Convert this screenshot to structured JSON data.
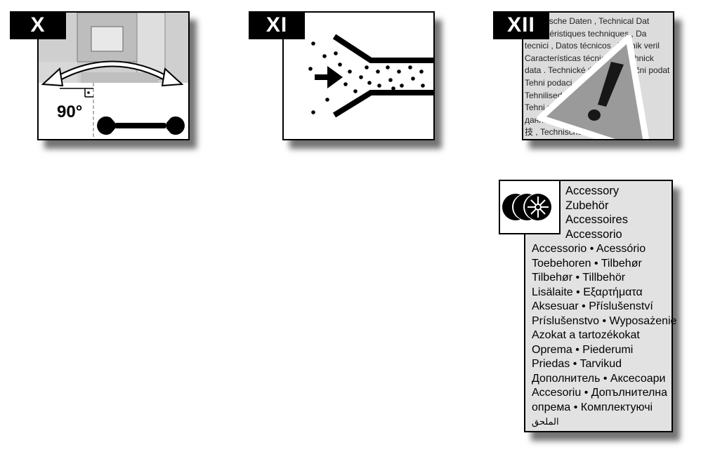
{
  "panels": {
    "x": {
      "tag": "X",
      "angle": "90°",
      "tool_icon": "wrench-icon"
    },
    "xi": {
      "tag": "XI",
      "diagram_icon": "dust-extraction-icon"
    },
    "xii": {
      "tag": "XII",
      "warning_icon": "warning-triangle-icon",
      "tech_lines": [
        "Technische Daten  ,  Technical  Dat",
        "Caractéristiques  techniques  ,  Da",
        "tecnici  ,  Datos técnicos , Teknik veril",
        "   Características técnicas  , Technick",
        "data . Technické údaje  , Tehnični podat",
        "   Tehni                                    podaci",
        "Tehnilised andmed                       ndmed",
        "Tehni                                    ические",
        "данные                                    анни",
        "技 , Technische Gegevens      evens"
      ]
    }
  },
  "accessory": {
    "icon": "saw-blades-icon",
    "header_lines": [
      "Accessory",
      "Zubehör",
      "Accessoires",
      "Accessorio"
    ],
    "lines": [
      "Accessorio • Acessório",
      "Toebehoren • Tilbehør",
      "Tilbehør • Tillbehör",
      "Lisälaite • Εξαρτήματα",
      "Aksesuar • Příslušenství",
      "Príslušenstvo • Wyposażenie",
      "Azokat a tartozékokat",
      "Oprema • Piederumi",
      "Priedas • Tarvikud",
      "Дополнитель • Аксесоари",
      "Accesoriu • Допълнителна",
      "опрема • Комплектуючі",
      "الملحق"
    ]
  }
}
